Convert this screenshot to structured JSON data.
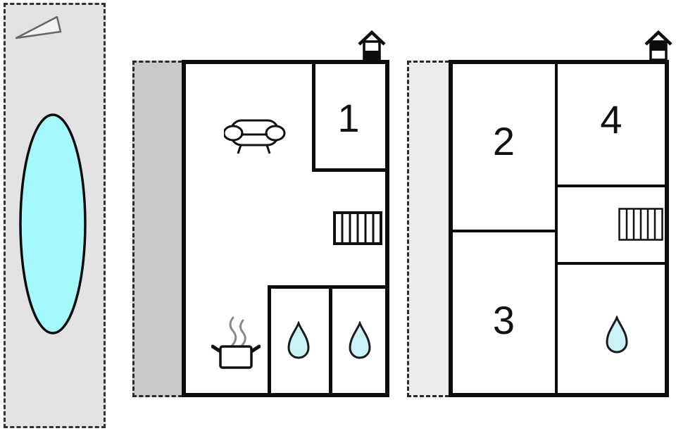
{
  "title": "holiday-home-floor-plan",
  "colors": {
    "wall": "#0d0d0d",
    "pool_fill": "#a4f9fc",
    "drop_fill": "#c9f3f7",
    "site_bg": "#e3e3e3",
    "terrace_ground_bg": "#c9c9c9",
    "terrace_upper_bg": "#ececec",
    "steam": "#8a8a8a",
    "north_arrow_fill": "#f2f2f2",
    "north_arrow_stroke": "#666666"
  },
  "site": {
    "name": "site-plan",
    "icons": [
      "north-arrow",
      "swimming-pool"
    ]
  },
  "floors": [
    {
      "name": "ground-floor",
      "entrance_icon": "house-entrance-lower-level",
      "rooms": [
        {
          "label": "1"
        }
      ],
      "icons": [
        "sofa",
        "stairs",
        "cooking-pot",
        "water-drop",
        "water-drop"
      ]
    },
    {
      "name": "upper-floor",
      "entrance_icon": "house-entrance-upper-level",
      "rooms": [
        {
          "label": "2"
        },
        {
          "label": "3"
        },
        {
          "label": "4"
        }
      ],
      "icons": [
        "stairs",
        "water-drop"
      ]
    }
  ]
}
